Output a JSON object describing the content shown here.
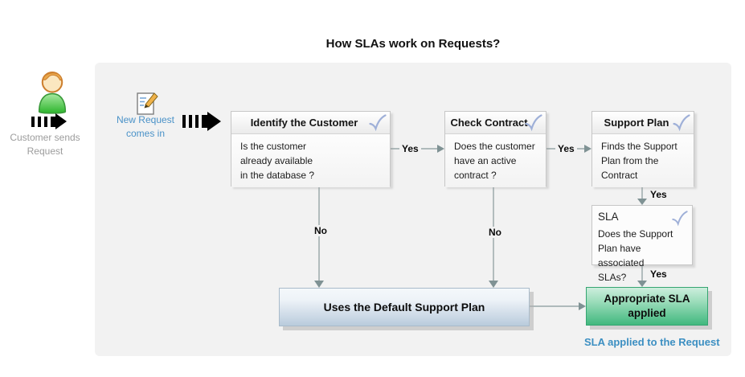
{
  "title": "How SLAs work on Requests?",
  "actor": {
    "label": "Customer sends\nRequest",
    "icon": "person-icon"
  },
  "incoming": {
    "label": "New Request\ncomes in",
    "icon": "new-request-document-icon"
  },
  "flow": {
    "identify": {
      "title": "Identify the Customer",
      "body": "Is the customer\nalready available\nin the database ?",
      "icon": "checkmark-icon"
    },
    "contract": {
      "title": "Check Contract",
      "body": "Does the customer\nhave an active\ncontract ?",
      "icon": "checkmark-icon"
    },
    "support_plan": {
      "title": "Support Plan",
      "body": "Finds the Support\nPlan from the\nContract",
      "icon": "checkmark-icon"
    },
    "sla": {
      "title": "SLA",
      "body": "Does the Support\nPlan have associated\nSLAs?",
      "icon": "checkmark-icon"
    }
  },
  "outcomes": {
    "default_plan": "Uses the Default Support Plan",
    "sla_applied": "Appropriate SLA\napplied",
    "footer": "SLA applied to the Request"
  },
  "connectors": {
    "yes": "Yes",
    "no": "No"
  },
  "colors": {
    "panel_bg": "#f2f2f2",
    "accent_blue": "#4a92c8",
    "success_green": "#41b87e",
    "default_plan_blue": "#b9cbdc",
    "muted_gray": "#9c9c9c",
    "arrow_gray": "#87989a"
  }
}
